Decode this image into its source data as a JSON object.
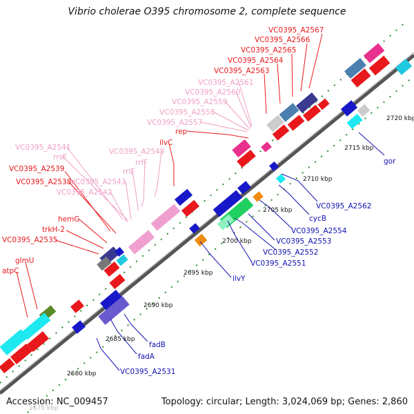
{
  "title": "Vibrio cholerae O395 chromosome 2, complete sequence",
  "footer": {
    "accession": "Accession: NC_009457",
    "summary": "Topology: circular; Length: 3,024,069 bp; Genes: 2,860"
  },
  "colors": {
    "red_label": "#e8181c",
    "pink_label": "#ee9ec6",
    "blue_label": "#1010b0",
    "tick_green": "#2a8a2a"
  },
  "ticks": [
    "2675 kbp",
    "2680 kbp",
    "2685 kbp",
    "2690 kbp",
    "2695 kbp",
    "2700 kbp",
    "2705 kbp",
    "2710 kbp",
    "2715 kbp",
    "2720 kbp"
  ],
  "labels_red": [
    "VC0395_A2567",
    "VC0395_A2566",
    "VC0395_A2565",
    "VC0395_A2564",
    "VC0395_A2563",
    "rep",
    "ilvC",
    "VC0395_A2539",
    "VC0395_A2538",
    "hemG",
    "trkH-2",
    "VC0395_A2535",
    "glmU",
    "atpC"
  ],
  "labels_pink": [
    "VC0395_A2561",
    "VC0395_A2560",
    "VC0395_A2559",
    "VC0395_A2558",
    "VC0395_A2557",
    "VC0395_A2548",
    "rrfF",
    "rrlF",
    "VC0395_A2541",
    "rrsF",
    "VC0395_A2543",
    "VC0395_A2542"
  ],
  "labels_blue": [
    "gor",
    "VC0395_A2562",
    "cycB",
    "VC0395_A2554",
    "VC0395_A2553",
    "VC0395_A2552",
    "VC0395_A2551",
    "ilvY",
    "fadB",
    "fadA",
    "VC0395_A2531"
  ]
}
